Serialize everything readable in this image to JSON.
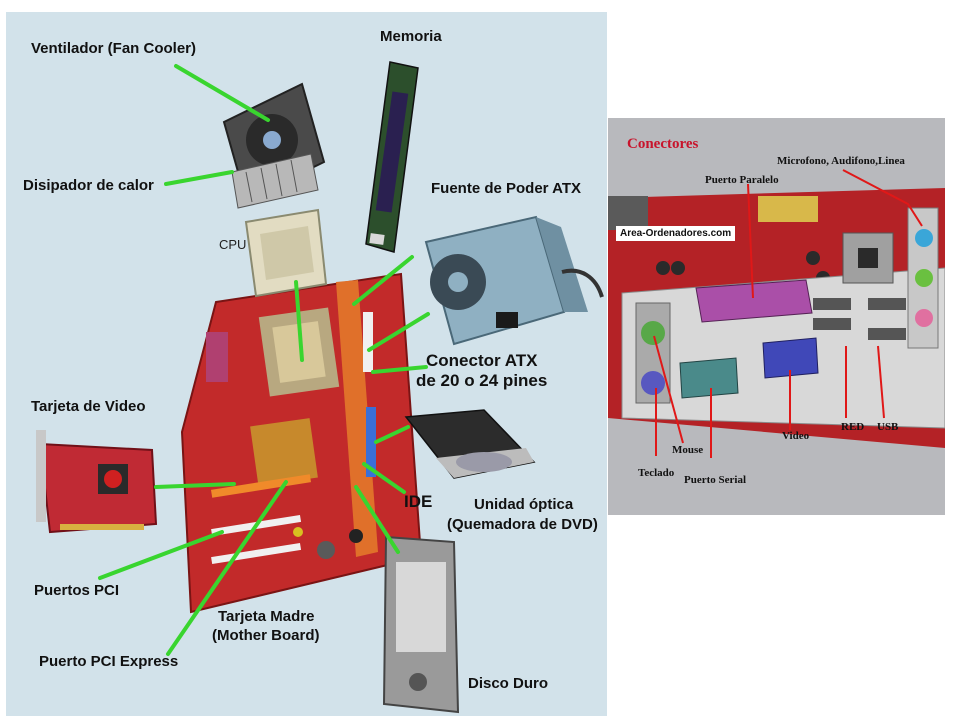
{
  "computer_parts": {
    "fan": "Ventilador (Fan Cooler)",
    "memory": "Memoria",
    "heatsink": "Disipador de calor",
    "cpu": "CPU",
    "psu": "Fuente de Poder ATX",
    "atx_connector_line1": "Conector ATX",
    "atx_connector_line2": "de 20 o 24 pines",
    "video_card": "Tarjeta de Video",
    "ide": "IDE",
    "optical_line1": "Unidad óptica",
    "optical_line2": "(Quemadora de DVD)",
    "pci_ports": "Puertos PCI",
    "motherboard_line1": "Tarjeta Madre",
    "motherboard_line2": "(Mother Board)",
    "pci_express": "Puerto PCI Express",
    "hard_disk": "Disco Duro"
  },
  "connectors": {
    "title": "Conectores",
    "mic": "Microfono, Audifono,Linea",
    "parallel": "Puerto Paralelo",
    "watermark": "Area-Ordenadores.com",
    "mouse": "Mouse",
    "video": "Video",
    "red": "RED",
    "usb": "USB",
    "keyboard": "Teclado",
    "serial": "Puerto Serial"
  },
  "colors": {
    "leader_green": "#39d52f",
    "leader_red": "#e01818",
    "panel_bg": "#d2e2ea",
    "title_red": "#c8142c"
  }
}
